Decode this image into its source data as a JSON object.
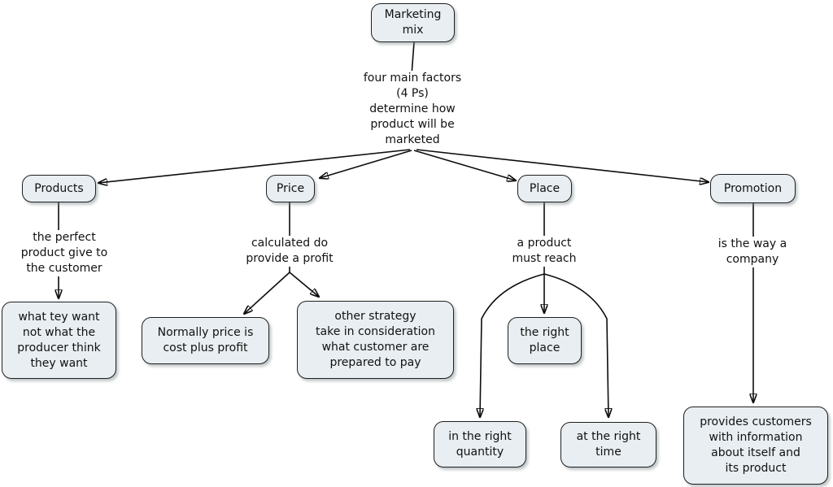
{
  "diagram": {
    "title": "Marketing mix concept map",
    "nodes": {
      "marketing_mix": {
        "label": "Marketing\nmix"
      },
      "products": {
        "label": "Products"
      },
      "price": {
        "label": "Price"
      },
      "place": {
        "label": "Place"
      },
      "promotion": {
        "label": "Promotion"
      },
      "what_they_want": {
        "label": "what tey want\nnot what the\nproducer think\nthey want"
      },
      "normally_price": {
        "label": "Normally price is\ncost plus profit"
      },
      "other_strategy": {
        "label": "other strategy\ntake in consideration\nwhat customer are\nprepared to pay"
      },
      "the_right_place": {
        "label": "the right\nplace"
      },
      "in_the_right_quantity": {
        "label": "in the right\nquantity"
      },
      "at_the_right_time": {
        "label": "at the right\ntime"
      },
      "provides_customers": {
        "label": "provides customers\nwith information\nabout itself and\nits product"
      }
    },
    "phrases": {
      "four_main_factors": {
        "label": "four main factors\n(4 Ps)\ndetermine how\nproduct will be\nmarketed"
      },
      "perfect_product": {
        "label": "the perfect\nproduct give to\nthe customer"
      },
      "calculated": {
        "label": "calculated do\nprovide a profit"
      },
      "must_reach": {
        "label": "a product\nmust reach"
      },
      "is_the_way": {
        "label": "is the way a\ncompany"
      }
    },
    "colors": {
      "node_fill": "#e8eef1",
      "node_border": "#1f1f1f",
      "connector": "#0d0d0d",
      "background": "#ffffff"
    }
  }
}
